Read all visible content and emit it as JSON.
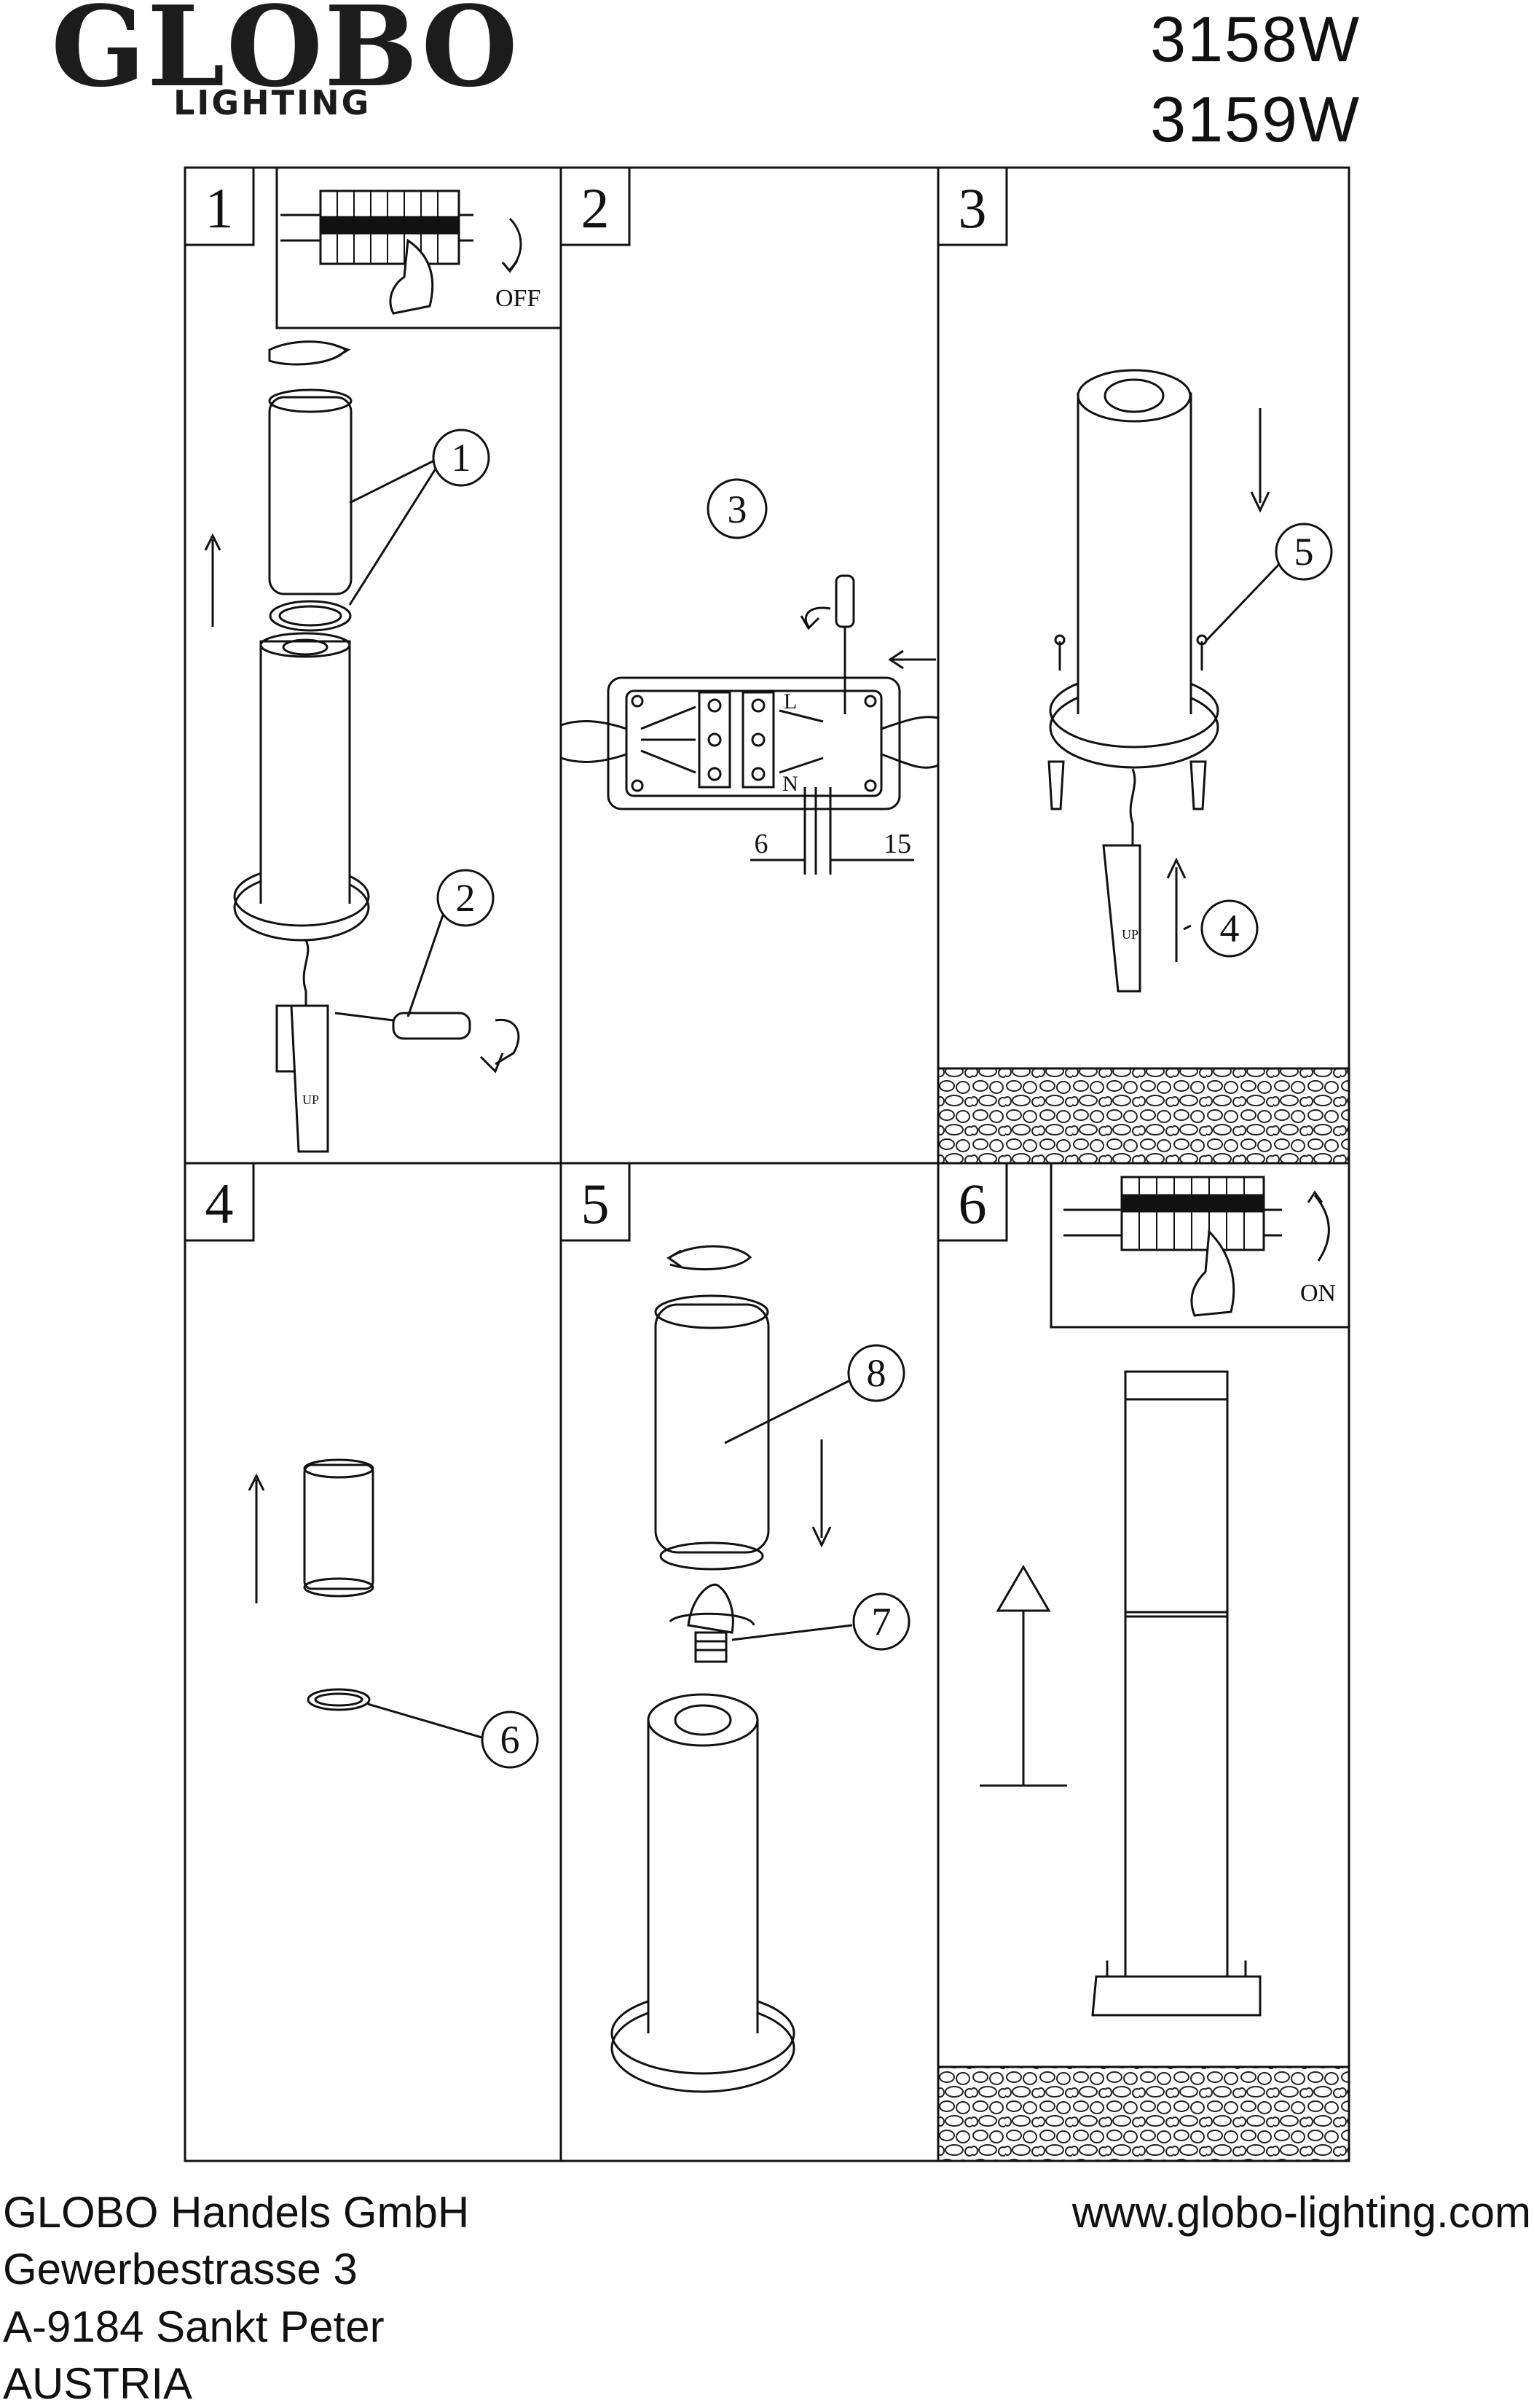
{
  "brand": {
    "name": "GLOBO",
    "sub": "LIGHTING"
  },
  "models": [
    "3158W",
    "3159W"
  ],
  "steps": [
    "1",
    "2",
    "3",
    "4",
    "5",
    "6"
  ],
  "callouts": {
    "c1": "1",
    "c2": "2",
    "c3": "3",
    "c4": "4",
    "c5": "5",
    "c6": "6",
    "c7": "7",
    "c8": "8"
  },
  "switch_labels": {
    "off": "OFF",
    "on": "ON"
  },
  "terminal_labels": {
    "live": "L",
    "neutral": "N"
  },
  "dimensions": {
    "strip": "6",
    "sheath": "15"
  },
  "tag_label": "UP",
  "footer": {
    "company": "GLOBO Handels GmbH",
    "street": "Gewerbestrasse 3",
    "city": "A-9184 Sankt Peter",
    "country": "AUSTRIA",
    "url": "www.globo-lighting.com"
  }
}
